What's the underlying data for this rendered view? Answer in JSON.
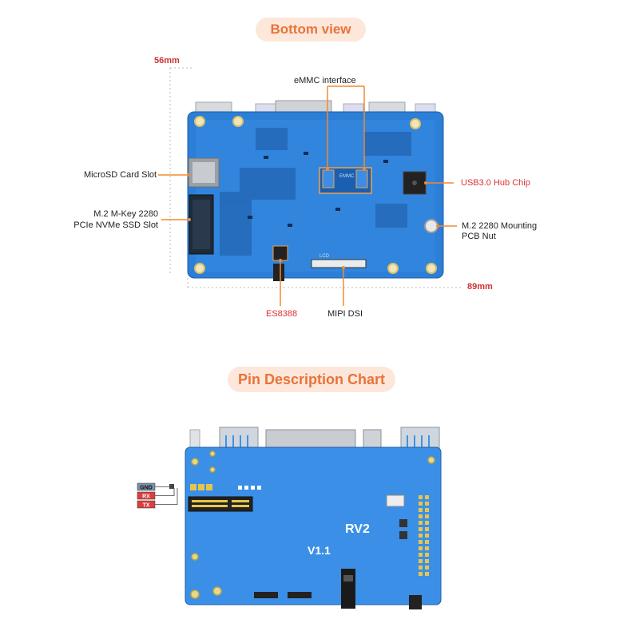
{
  "sections": {
    "bottom_title": "Bottom view",
    "pin_title": "Pin Description Chart"
  },
  "dimensions": {
    "height": "56mm",
    "width": "89mm"
  },
  "bottom_labels": {
    "emmc": "eMMC interface",
    "microsd": "MicroSD Card Slot",
    "m2_line1": "M.2 M-Key 2280",
    "m2_line2": "PCIe NVMe SSD Slot",
    "usb_hub": "USB3.0 Hub Chip",
    "nut_line1": "M.2 2280 Mounting",
    "nut_line2": "PCB Nut",
    "es8388": "ES8388",
    "mipi": "MIPI DSI",
    "board_lcd": "LCD",
    "board_emmc": "EMMC"
  },
  "pins": {
    "gnd": "GND",
    "rx": "RX",
    "tx": "TX"
  },
  "board_text": {
    "model": "RV2",
    "version": "V1.1"
  },
  "colors": {
    "accent": "#e8733a",
    "pill_bg": "#fde7da",
    "board_blue": "#2f7fd6",
    "board_blue_light": "#3c93ec",
    "pin_red": "#d94040",
    "gold": "#e6c64a"
  }
}
